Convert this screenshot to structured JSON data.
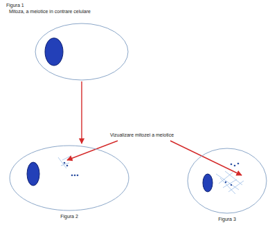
{
  "diagram": {
    "nodes": [
      {
        "text": [
          "Figura 1",
          "Mitoza, a meiotice in contrare celulare"
        ]
      },
      {
        "text": [
          "Figura 2"
        ]
      },
      {
        "text": [
          "Figura 3"
        ]
      }
    ],
    "edges": [
      {
        "from": 0,
        "to": 1,
        "arrow": "to"
      }
    ],
    "labels": [
      "Vizualizare mitozei a meiotice"
    ]
  }
}
